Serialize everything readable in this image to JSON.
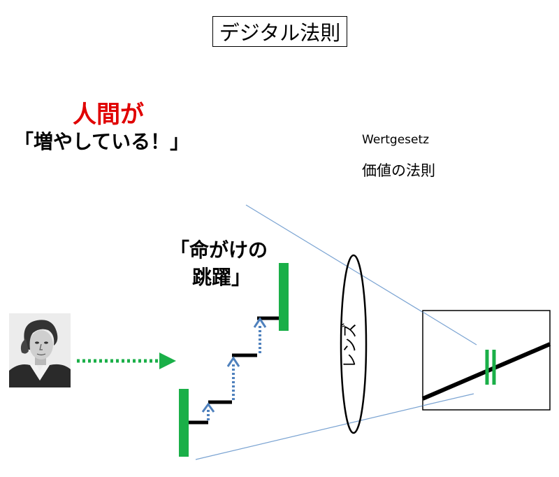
{
  "title": "デジタル法則",
  "labels": {
    "human": "人間が",
    "increasing": "「増やしている！」",
    "wertgesetz": "Wertgesetz",
    "value_law": "価値の法則",
    "leap_line1": "「命がけの",
    "leap_line2": "跳躍」",
    "lens": "レンズ"
  },
  "colors": {
    "green": "#1aaf48",
    "red": "#e00000",
    "blue_arrow": "#4f81bd",
    "thin_line": "#7aa3d2"
  },
  "icons": {
    "portrait": "man-portrait-image",
    "right-arrow": "dotted-right-arrow-icon",
    "up-arrow": "dotted-up-arrow-icon"
  }
}
